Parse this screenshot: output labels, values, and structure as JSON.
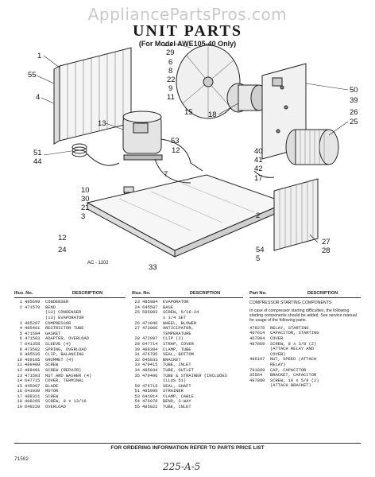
{
  "watermark": "AppliancePartsPros.com",
  "title": "UNIT PARTS",
  "subtitle": "(For Model AWE105-40 Only)",
  "figure_ref": "AC - 1102",
  "callouts": [
    "1",
    "55",
    "4",
    "51",
    "44",
    "13",
    "53",
    "12",
    "7",
    "10",
    "30",
    "21",
    "3",
    "12",
    "24",
    "33",
    "10",
    "29",
    "6",
    "8",
    "22",
    "9",
    "11",
    "15",
    "18",
    "50",
    "39",
    "26",
    "25",
    "40",
    "41",
    "42",
    "17",
    "2",
    "27",
    "28",
    "54",
    "5"
  ],
  "table_header": {
    "left": "Illus. No.",
    "part": "Part No.",
    "desc": "DESCRIPTION"
  },
  "column1": [
    {
      "illus": "1",
      "part": "485699",
      "desc": "CONDENSER"
    },
    {
      "illus": "2",
      "part": "471570",
      "desc": "BEND"
    },
    {
      "illus": "",
      "part": "",
      "desc": "(13) CONDENSER"
    },
    {
      "illus": "",
      "part": "",
      "desc": "(13) EVAPORATOR"
    },
    {
      "illus": "3",
      "part": "485207",
      "desc": "COMPRESSOR"
    },
    {
      "illus": "4",
      "part": "485461",
      "desc": "RESTRICTOR TUBE"
    },
    {
      "illus": "5",
      "part": "471584",
      "desc": "GASKET"
    },
    {
      "illus": "6",
      "part": "471583",
      "desc": "ADAPTER, OVERLOAD"
    },
    {
      "illus": "7",
      "part": "641358",
      "desc": "SLEEVE (4)"
    },
    {
      "illus": "8",
      "part": "473582",
      "desc": "SPRING, OVERLOAD"
    },
    {
      "illus": "9",
      "part": "485536",
      "desc": "CLIP, BALANCING"
    },
    {
      "illus": "10",
      "part": "469185",
      "desc": "GROMMET (4)"
    },
    {
      "illus": "11",
      "part": "488480",
      "desc": "SCREW"
    },
    {
      "illus": "12",
      "part": "488481",
      "desc": "SCREW (REPAIR)"
    },
    {
      "illus": "13",
      "part": "471583",
      "desc": "NUT AND WASHER (4)"
    },
    {
      "illus": "14",
      "part": "647715",
      "desc": "COVER, TERMINAL"
    },
    {
      "illus": "15",
      "part": "445097",
      "desc": "BLADE"
    },
    {
      "illus": "16",
      "part": "641030",
      "desc": "MOTOR"
    },
    {
      "illus": "17",
      "part": "488311",
      "desc": "SCREW"
    },
    {
      "illus": "18",
      "part": "488205",
      "desc": "SCREW, 8 x 13/16"
    },
    {
      "illus": "19",
      "part": "649220",
      "desc": "OVERLOAD"
    }
  ],
  "column2": [
    {
      "illus": "23",
      "part": "485084",
      "desc": "EVAPORATOR"
    },
    {
      "illus": "24",
      "part": "645587",
      "desc": "BASE"
    },
    {
      "illus": "25",
      "part": "595083",
      "desc": "SCREW, 5/16-24"
    },
    {
      "illus": "",
      "part": "",
      "desc": "x 1/4 SET"
    },
    {
      "illus": "26",
      "part": "471046",
      "desc": "WHEEL, BLOWER"
    },
    {
      "illus": "27",
      "part": "472066",
      "desc": "ANTICIPATOR,"
    },
    {
      "illus": "",
      "part": "",
      "desc": "TEMPERATURE"
    },
    {
      "illus": "28",
      "part": "472097",
      "desc": "CLIP (2)"
    },
    {
      "illus": "29",
      "part": "647714",
      "desc": "STRAP, COVER"
    },
    {
      "illus": "30",
      "part": "488384",
      "desc": "CLAMP, TUBE"
    },
    {
      "illus": "31",
      "part": "476795",
      "desc": "SEAL, BOTTOM"
    },
    {
      "illus": "32",
      "part": "645033",
      "desc": "BRACKET"
    },
    {
      "illus": "33",
      "part": "479415",
      "desc": "TUBE, INLET"
    },
    {
      "illus": "34",
      "part": "485034",
      "desc": "TUBE, OUTLET"
    },
    {
      "illus": "35",
      "part": "479406",
      "desc": "TUBE & STRAINER (INCLUDES"
    },
    {
      "illus": "",
      "part": "",
      "desc": "ILLUS 51)"
    },
    {
      "illus": "50",
      "part": "476719",
      "desc": "SEAL, SHAFT"
    },
    {
      "illus": "51",
      "part": "485999",
      "desc": "STRAINER"
    },
    {
      "illus": "53",
      "part": "641014",
      "desc": "CLAMP, CABLE"
    },
    {
      "illus": "54",
      "part": "476078",
      "desc": "BEND, 3-WAY"
    },
    {
      "illus": "55",
      "part": "485022",
      "desc": "TUBE, INLET"
    }
  ],
  "column3_heading": "COMPRESSOR STARTING COMPONENTS",
  "column3_note": "In case of compressor starting difficulties, the following starting components should be added. See service manual for usage of the following parts.",
  "column3": [
    {
      "part": "479278",
      "desc": "RELAY, STARTING"
    },
    {
      "part": "467614",
      "desc": "CAPACITOR, STARTING"
    },
    {
      "part": "467064",
      "desc": "COVER"
    },
    {
      "part": "487869",
      "desc": "SCREW, 8 x 3/8 (2)"
    },
    {
      "part": "",
      "desc": "(ATTACH RELAY AND"
    },
    {
      "part": "",
      "desc": "COVER)"
    },
    {
      "part": "486197",
      "desc": "NUT, SPEED (ATTACH"
    },
    {
      "part": "",
      "desc": "RELAY)"
    },
    {
      "part": "791869",
      "desc": "CAP, CAPACITOR"
    },
    {
      "part": "35564",
      "desc": "BRACKET, CAPACITOR"
    },
    {
      "part": "487880",
      "desc": "SCREW, 10 x 5/8 (2)"
    },
    {
      "part": "",
      "desc": "(ATTACH BRACKET)"
    }
  ],
  "footer": "FOR ORDERING INFORMATION REFER TO PARTS PRICE LIST",
  "page_code": "71502",
  "handwritten": "225-A-5"
}
